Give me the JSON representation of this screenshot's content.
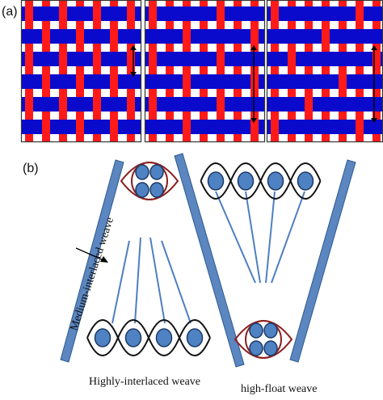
{
  "panel_a": {
    "label": "(a)",
    "colors": {
      "warp": "#ff1a1a",
      "weft": "#0a0acd",
      "background": "#ffffff",
      "border": "#333333",
      "arrow": "#000000"
    },
    "weaves": [
      {
        "float_length": 1
      },
      {
        "float_length": 3
      },
      {
        "float_length": 4
      }
    ]
  },
  "panel_b": {
    "label": "(b)",
    "colors": {
      "rod": "#5b86c0",
      "rod_edge": "#2e5b8f",
      "fiber_fill": "#4f82c3",
      "fiber_edge": "#1c3a66",
      "bundle_ring": "#8b2020",
      "yarn": "#111111",
      "line": "#4e7fc0"
    },
    "annotations": {
      "rotated_label": "Medium-interlaced weave",
      "left_caption": "Highly-interlaced weave",
      "right_caption": "high-float weave"
    }
  }
}
